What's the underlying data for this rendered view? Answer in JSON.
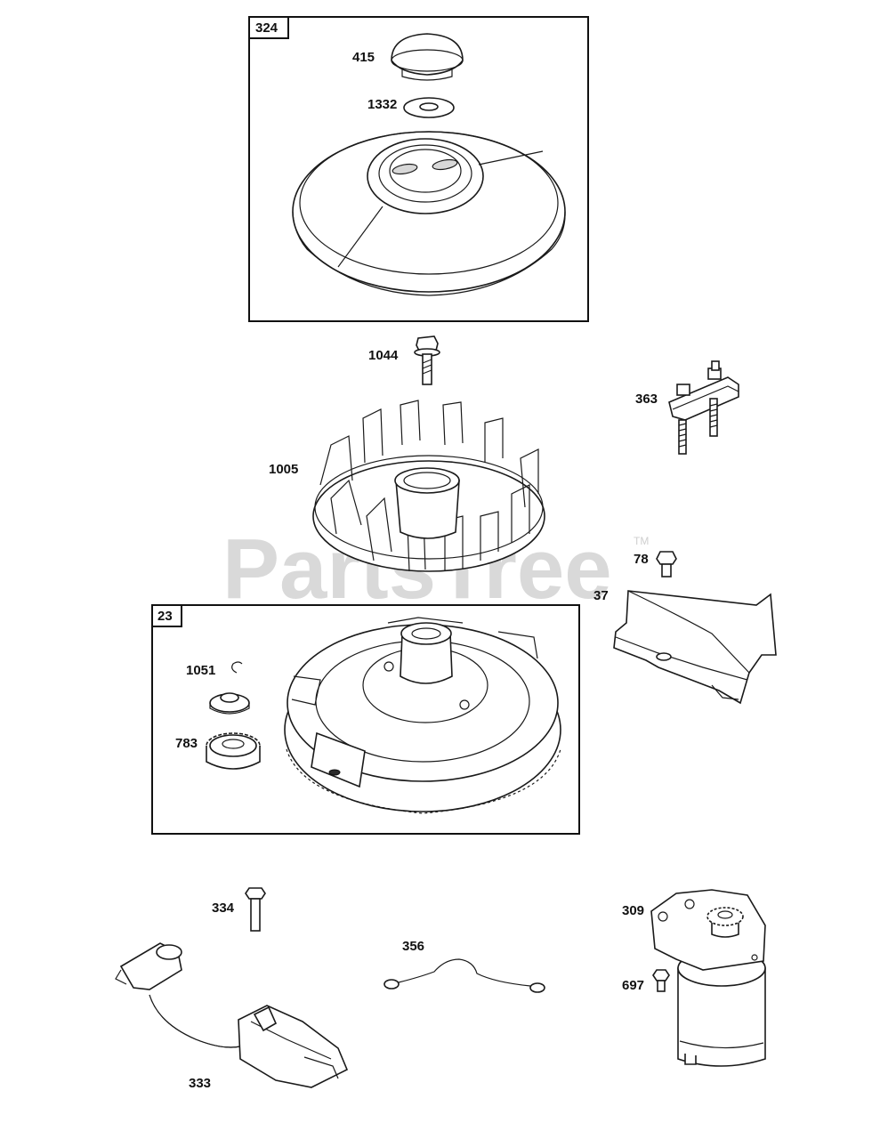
{
  "watermark": {
    "text": "PartsTree",
    "tm": "TM"
  },
  "groups": [
    {
      "id": "g324",
      "number": "324"
    },
    {
      "id": "g23",
      "number": "23"
    }
  ],
  "parts": {
    "p415": "415",
    "p1332": "1332",
    "p1044": "1044",
    "p363": "363",
    "p1005": "1005",
    "p78": "78",
    "p37": "37",
    "p1051": "1051",
    "p783": "783",
    "p334": "334",
    "p309": "309",
    "p356": "356",
    "p697": "697",
    "p333": "333"
  }
}
